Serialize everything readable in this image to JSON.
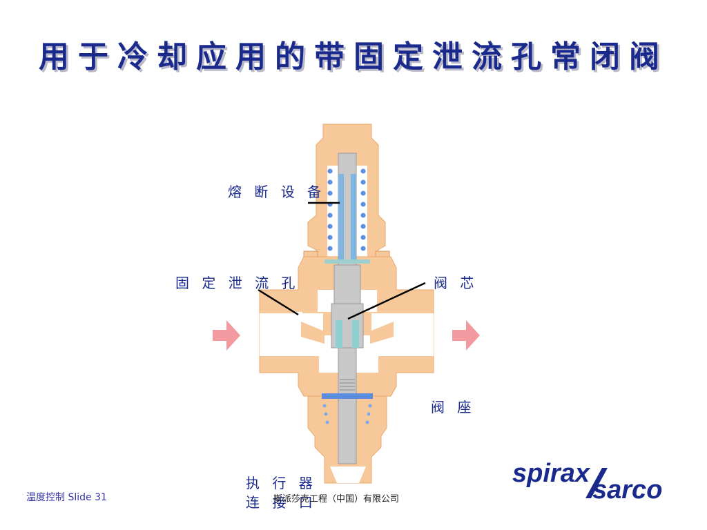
{
  "slide": {
    "title": "用于冷却应用的带固定泄流孔常闭阀",
    "labels": {
      "fusible_device": "熔 断 设 备",
      "fixed_bleed_hole": "固 定 泄 流 孔",
      "valve_plug": "阀 芯",
      "valve_seat": "阀 座",
      "actuator_line1": "执 行 器",
      "actuator_line2": "连 接 口"
    },
    "footer": {
      "left": "温度控制 Slide   31",
      "center": "斯派莎克工程（中国）有限公司"
    },
    "logo": {
      "line1": "spirax",
      "line2": "sarco"
    },
    "colors": {
      "title": "#1a2a8c",
      "body_orange": "#f7c89a",
      "stem_gray": "#c8c8c8",
      "spring_blue": "#5a8de0",
      "arrow_pink": "#f29aa0"
    }
  }
}
